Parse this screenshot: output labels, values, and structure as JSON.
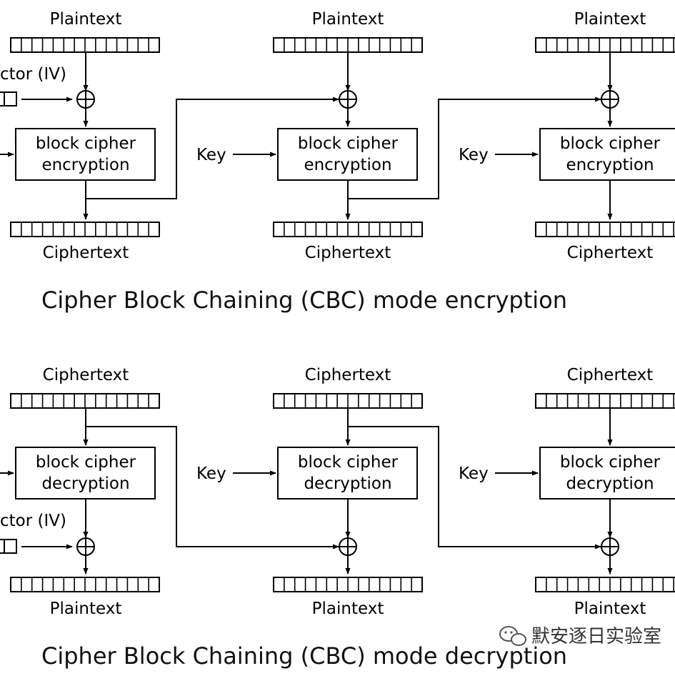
{
  "encryption": {
    "title": "Cipher Block Chaining (CBC) mode encryption",
    "iv_label": "ctor (IV)",
    "columns": [
      {
        "top_label": "Plaintext",
        "box_line1": "block cipher",
        "box_line2": "encryption",
        "bottom_label": "Ciphertext",
        "key_label": ""
      },
      {
        "top_label": "Plaintext",
        "box_line1": "block cipher",
        "box_line2": "encryption",
        "bottom_label": "Ciphertext",
        "key_label": "Key"
      },
      {
        "top_label": "Plaintext",
        "box_line1": "block cipher",
        "box_line2": "encryption",
        "bottom_label": "Ciphertext",
        "key_label": "Key"
      }
    ]
  },
  "decryption": {
    "title": "Cipher Block Chaining (CBC) mode decryption",
    "iv_label": "ctor (IV)",
    "columns": [
      {
        "top_label": "Ciphertext",
        "box_line1": "block cipher",
        "box_line2": "decryption",
        "bottom_label": "Plaintext",
        "key_label": ""
      },
      {
        "top_label": "Ciphertext",
        "box_line1": "block cipher",
        "box_line2": "decryption",
        "bottom_label": "Plaintext",
        "key_label": "Key"
      },
      {
        "top_label": "Ciphertext",
        "box_line1": "block cipher",
        "box_line2": "decryption",
        "bottom_label": "Plaintext",
        "key_label": "Key"
      }
    ]
  },
  "watermark": "默安逐日实验室"
}
